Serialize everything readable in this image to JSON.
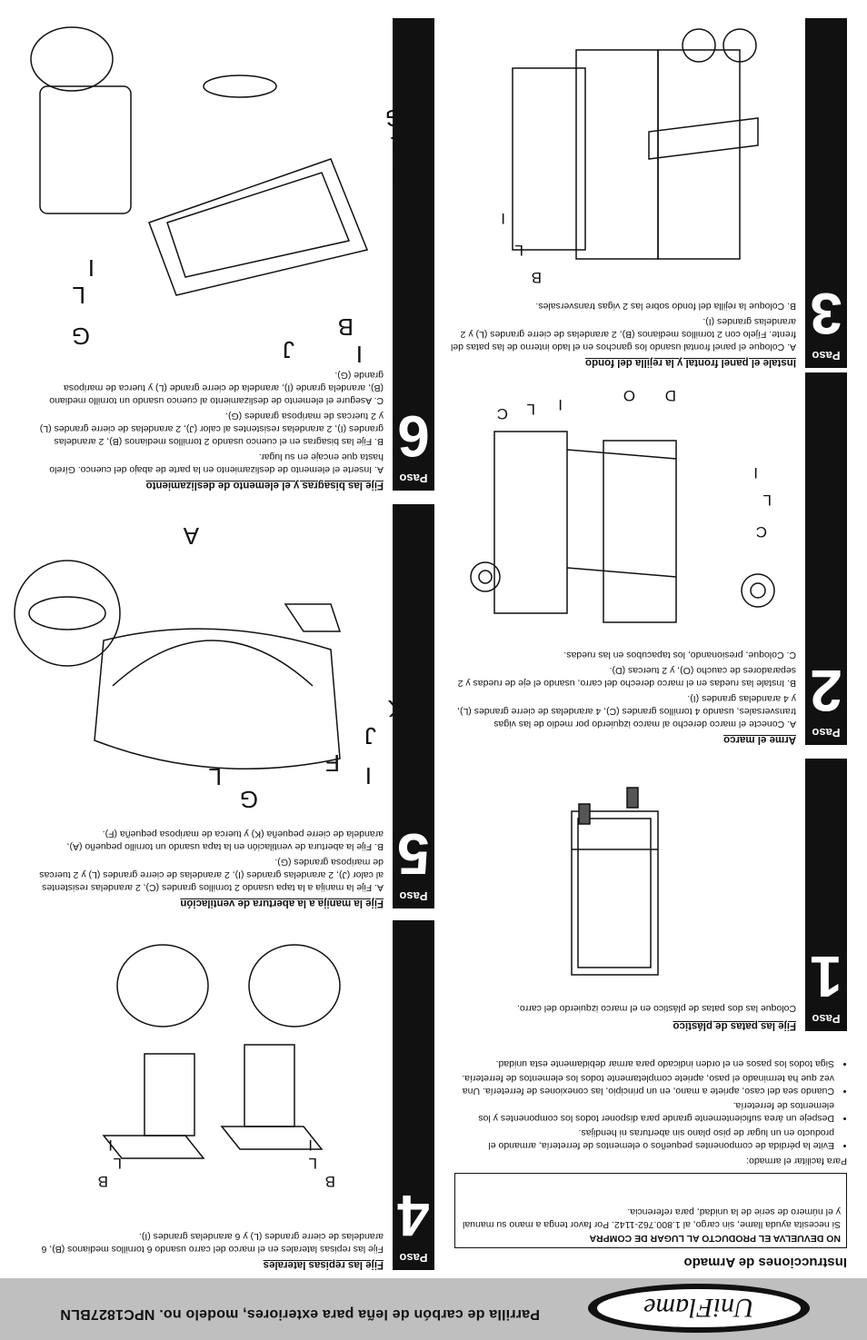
{
  "header": {
    "logo_text": "UniFlame",
    "title": "Parrilla de carbón de leña para exteriores, modelo no. NPC1827BLN"
  },
  "instructions": {
    "title": "Instrucciones de Armado",
    "notice_title": "NO DEVUELVA EL PRODUCTO AL LUGAR DE COMPRA",
    "notice_text": "Si necesita ayuda llame, sin cargo, al 1.800.762-1142. Por favor tenga a mano su manual y el número de serie de la unidad, para referencia.",
    "intro": "Para facilitar el armado:",
    "bullets": [
      "Evite la pérdida de componentes pequeños o elementos de ferretería, armando el producto en un lugar de piso plano sin aberturas ni hendijas.",
      "Despeje un área suficientemente grande para disponer todos los componentes y los elementos de ferretería.",
      "Cuando sea del caso, apriete a mano, en un principio, las conexiones de ferretería. Una vez que ha terminado el paso, apriete completamente todos los elementos de ferretería.",
      "Siga todos los pasos en el orden indicado para armar debidamente esta unidad."
    ]
  },
  "paso_label": "Paso",
  "steps": [
    {
      "number": "1",
      "title": "Fije las patas de plástico",
      "text": [
        "Coloque las dos patas de plástico en el marco izquierdo del carro."
      ]
    },
    {
      "number": "2",
      "title": "Arme el marco",
      "text": [
        "A. Conecte el marco derecho al marco izquierdo por medio de las vigas transversales, usando 4 tornillos grandes (C), 4 arandelas de cierre grandes (L), y 4 arandelas grandes (I).",
        "B. Instale las ruedas en el marco derecho del carro, usando el eje de ruedas y 2 separadores de caucho (O), y 2 tuercas (D).",
        "C. Coloque, presionando, los tapacubos en las ruedas."
      ],
      "labels": [
        "C",
        "L",
        "I",
        "C",
        "L",
        "I",
        "O",
        "D"
      ]
    },
    {
      "number": "3",
      "title": "Instale el panel frontal y la rejilla del fondo",
      "text": [
        "A. Coloque el panel frontal usando los ganchos en el lado interno de las patas del frente. Fíjelo con 2 tornillos medianos (B), 2 arandelas de cierre grandes (L) y 2 arandelas grandes (I).",
        "B. Coloque la rejilla del fondo sobre las 2 vigas transversales."
      ],
      "labels": [
        "B",
        "L",
        "I"
      ]
    },
    {
      "number": "4",
      "title": "Fije las repisas laterales",
      "text": [
        "Fije las repisas laterales en el marco del carro usando 6 tornillos medianos (B), 6 arandelas de cierre grandes (L) y 6 arandelas grandes (I)."
      ],
      "labels": [
        "B",
        "L",
        "I",
        "B",
        "L",
        "I"
      ]
    },
    {
      "number": "5",
      "title": "Fije la manija a la abertura de ventilación",
      "text": [
        "A. Fije la manija a la tapa usando 2 tornillos grandes (C), 2 arandelas resistentes al calor (J), 2 arandelas grandes (I), 2 arandelas de cierre grandes (L) y 2 tuercas de mariposa grandes (G).",
        "B. Fije la abertura de ventilación en la tapa usando un tornillo pequeño (A), arandela de cierre pequeña (K) y tuerca de mariposa pequeña (F)."
      ],
      "labels": [
        "J",
        "I",
        "L",
        "G",
        "F",
        "K",
        "A"
      ]
    },
    {
      "number": "6",
      "title": "Fije las bisagras y el elemento de deslizamiento",
      "text": [
        "A. Inserte el elemento de deslizamiento en la parte de abajo del cuenco. Gírelo hasta que encaje en su lugar.",
        "B. Fije las bisagras en el cuenco usando 2 tornillos medianos (B), 2 arandelas grandes (I), 2 arandelas resistentes al calor (J), 2 arandelas de cierre grandes (L) y 2 tuercas de mariposa grandes (G).",
        "C. Asegure el elemento de deslizamiento al cuenco usando un tornillo mediano (B), arandela grande (I), arandela de cierre grande (L) y tuerca de mariposa grande (G)."
      ],
      "labels": [
        "G",
        "L",
        "I",
        "J",
        "I",
        "B",
        "G",
        "L",
        "I"
      ]
    }
  ],
  "colors": {
    "header_band": "#bfbfbf",
    "tab": "#111111",
    "tab_text": "#ffffff"
  }
}
